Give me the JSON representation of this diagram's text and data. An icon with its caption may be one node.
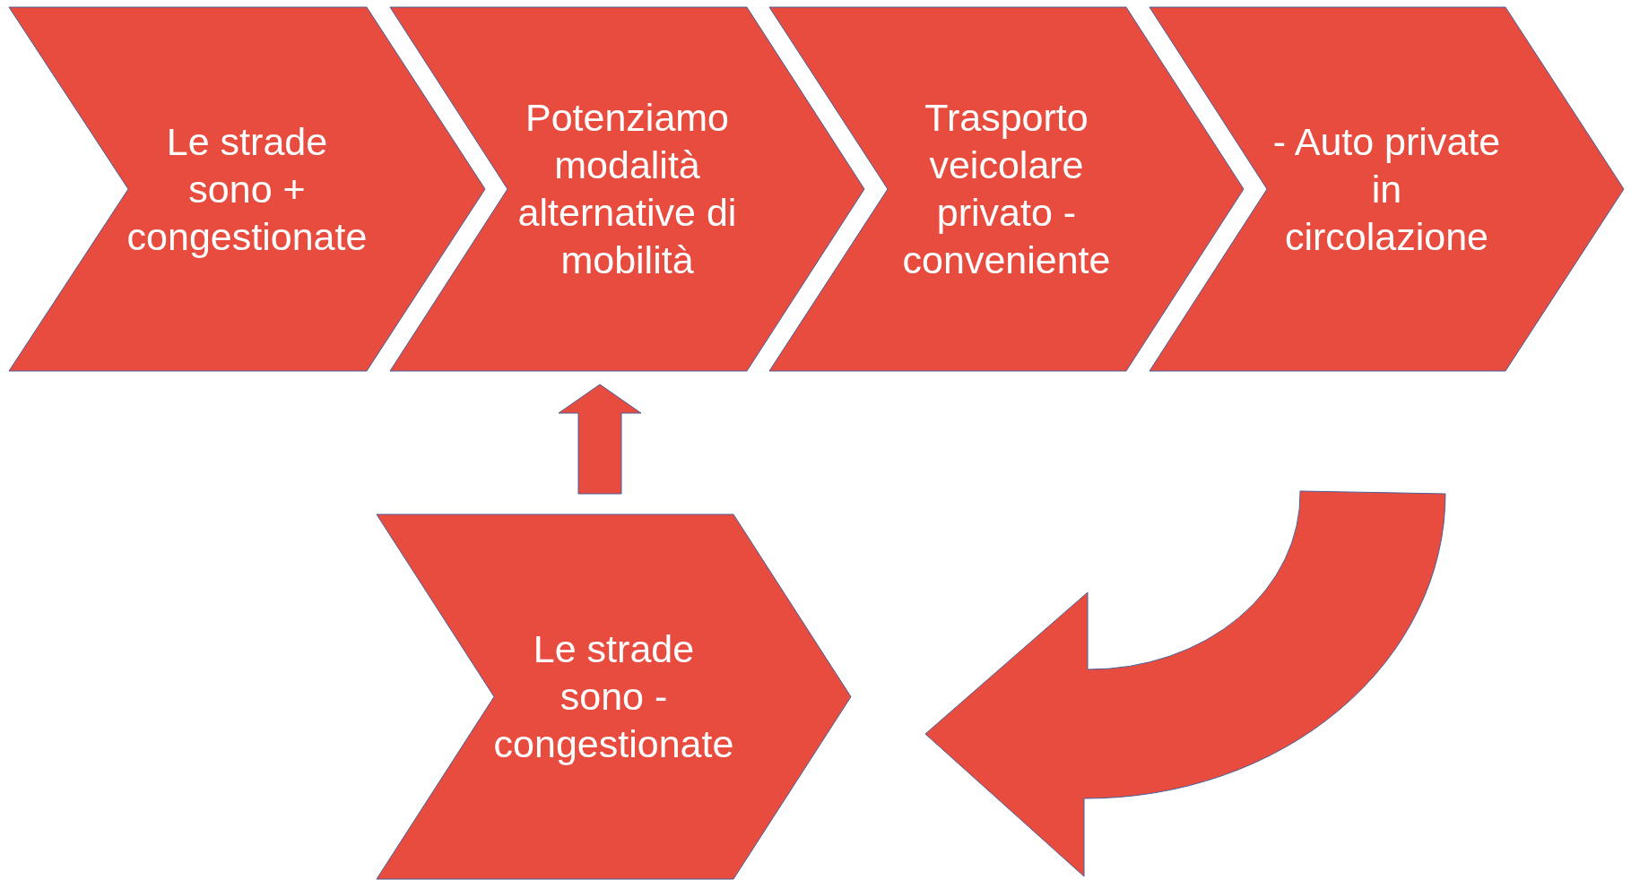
{
  "diagram": {
    "nodes": [
      {
        "text": [
          "Le strade sono + congestionate"
        ]
      },
      {
        "text": [
          "Potenziamo modalità alternative di mobilità"
        ]
      },
      {
        "text": [
          "Trasporto veicolare privato - conveniente"
        ]
      },
      {
        "text": [
          "- Auto private in circolazione"
        ]
      },
      {
        "text": [
          "Le strade sono - congestionate"
        ]
      }
    ],
    "edges": [
      {
        "from": 4,
        "to": 1,
        "arrow": "to"
      },
      {
        "from": 3,
        "to": 4,
        "arrow": "to"
      }
    ]
  }
}
